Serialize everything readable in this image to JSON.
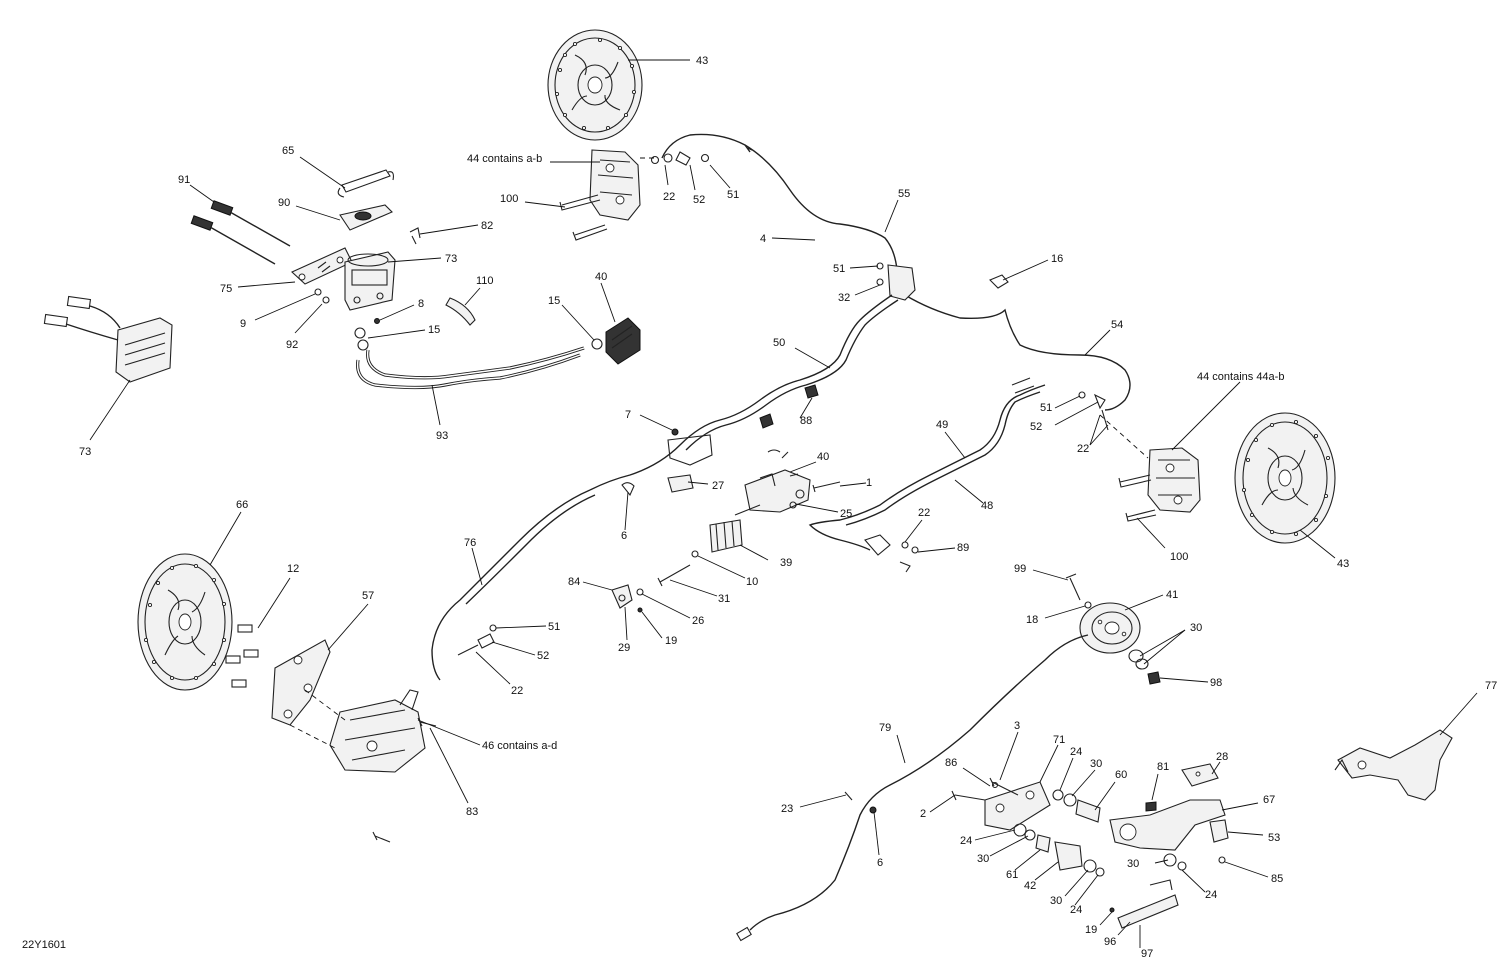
{
  "diagram_code": "22Y1601",
  "callouts": {
    "c43_top": "43",
    "c44_top": "44 contains a-b",
    "c65": "65",
    "c91": "91",
    "c90": "90",
    "c82": "82",
    "c100_top": "100",
    "c22_top": "22",
    "c52_top": "52",
    "c51_top": "51",
    "c55": "55",
    "c4": "4",
    "c73_top": "73",
    "c75": "75",
    "c110": "110",
    "c9": "9",
    "c8": "8",
    "c92": "92",
    "c15_left": "15",
    "c15_right": "15",
    "c40_top": "40",
    "c51_mid": "51",
    "c32": "32",
    "c16": "16",
    "c54": "54",
    "c73_left": "73",
    "c93": "93",
    "c50": "50",
    "c7": "7",
    "c88": "88",
    "c44_right": "44 contains 44a-b",
    "c51_right": "51",
    "c52_right": "52",
    "c22_right": "22",
    "c49": "49",
    "c48": "48",
    "c40_mid": "40",
    "c1": "1",
    "c27": "27",
    "c25": "25",
    "c6_mid": "6",
    "c22_mid": "22",
    "c89": "89",
    "c100_right": "100",
    "c43_right": "43",
    "c66": "66",
    "c76": "76",
    "c39": "39",
    "c10": "10",
    "c12": "12",
    "c57": "57",
    "c84": "84",
    "c31": "31",
    "c26": "26",
    "c29": "29",
    "c19_mid": "19",
    "c51_low": "51",
    "c52_low": "52",
    "c22_low": "22",
    "c99": "99",
    "c41": "41",
    "c18": "18",
    "c30_disc": "30",
    "c98": "98",
    "c77": "77",
    "c46": "46 contains a-d",
    "c83": "83",
    "c79": "79",
    "c3": "3",
    "c71": "71",
    "c86": "86",
    "c24_a": "24",
    "c30_a": "30",
    "c60": "60",
    "c81": "81",
    "c28": "28",
    "c23": "23",
    "c6_low": "6",
    "c2": "2",
    "c67": "67",
    "c53": "53",
    "c24_b": "24",
    "c30_b": "30",
    "c61": "61",
    "c42": "42",
    "c30_c": "30",
    "c24_c": "24",
    "c30_d": "30",
    "c24_d": "24",
    "c85": "85",
    "c19_low": "19",
    "c96": "96",
    "c97": "97"
  }
}
